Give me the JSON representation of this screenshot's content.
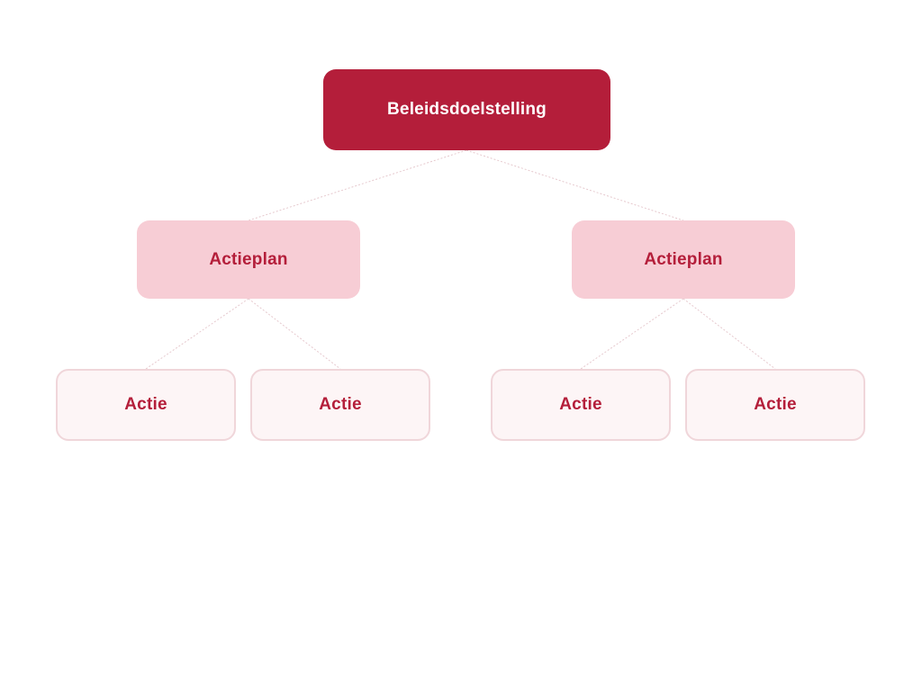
{
  "diagram": {
    "root": {
      "label": "Beleidsdoelstelling"
    },
    "action_plans": [
      {
        "label": "Actieplan",
        "actions": [
          {
            "label": "Actie"
          },
          {
            "label": "Actie"
          }
        ]
      },
      {
        "label": "Actieplan",
        "actions": [
          {
            "label": "Actie"
          },
          {
            "label": "Actie"
          }
        ]
      }
    ]
  },
  "colors": {
    "root_fill": "#b41e3a",
    "plan_fill": "#f7cdd5",
    "action_fill": "#fdf5f6",
    "action_border": "#f0d6da",
    "accent_text": "#b41e3a",
    "connector": "#e6c9ce"
  }
}
